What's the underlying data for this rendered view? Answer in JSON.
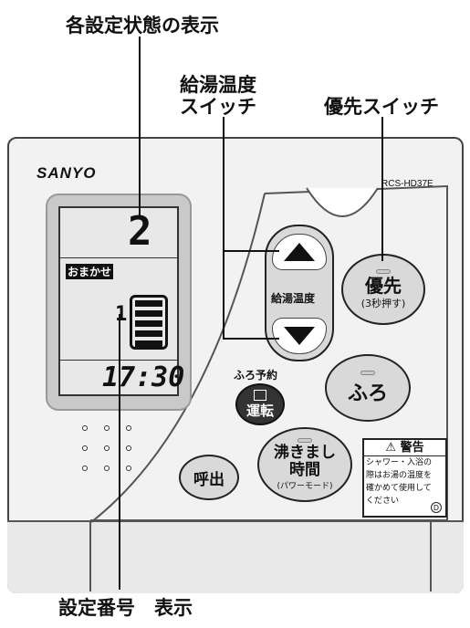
{
  "callouts": {
    "status_display": "各設定状態の表示",
    "temp_switch_line1": "給湯温度",
    "temp_switch_line2": "スイッチ",
    "priority_switch": "優先スイッチ",
    "setting_number_display": "設定番号　表示"
  },
  "device": {
    "brand": "SANYO",
    "model": "RCS-HD37E"
  },
  "lcd": {
    "setting_number": "2",
    "mode_label": "おまかせ",
    "temp_digit": "1",
    "time": "17:30"
  },
  "buttons": {
    "temp_label": "給湯温度",
    "priority_main": "優先",
    "priority_sub": "(3秒押す)",
    "bath": "ふろ",
    "bath_reserve_label": "ふろ予約",
    "operation": "運転",
    "call": "呼出",
    "reheat_line1": "沸きまし",
    "reheat_line2": "時間",
    "reheat_sub": "(パワーモード)"
  },
  "warning": {
    "title": "⚠ 警告",
    "line1": "シャワー・入浴の",
    "line2": "際はお湯の温度を",
    "line3": "確かめて使用して",
    "line4": "ください"
  }
}
